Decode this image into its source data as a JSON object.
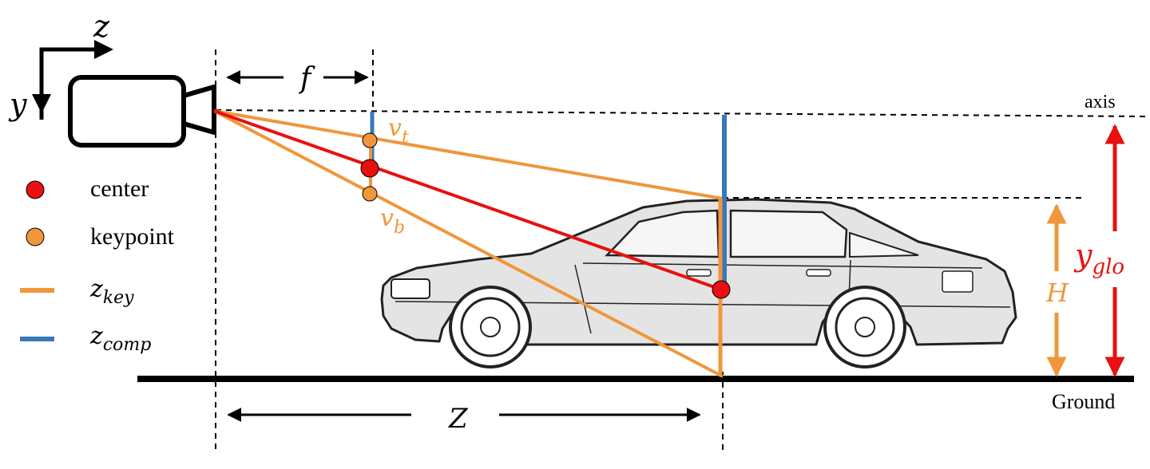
{
  "coord_axes": {
    "z": "z",
    "y": "y"
  },
  "legend": [
    {
      "marker": "red-dot",
      "label": "center"
    },
    {
      "marker": "orange-dot",
      "label": "keypoint"
    },
    {
      "marker": "orange-line",
      "label": "z",
      "subscript": "key"
    },
    {
      "marker": "blue-line",
      "label": "z",
      "subscript": "comp"
    }
  ],
  "labels": {
    "focal": "f",
    "v_top": "v",
    "v_top_sub": "t",
    "v_bottom": "v",
    "v_bottom_sub": "b",
    "axis": "axis",
    "ground": "Ground",
    "height": "H",
    "y_glo": "y",
    "y_glo_sub": "glo",
    "distance": "Z"
  },
  "colors": {
    "orange": "#f0963c",
    "red": "#e81010",
    "blue": "#3a78b8",
    "black": "#000000",
    "car_fill": "#e4e4e4"
  }
}
